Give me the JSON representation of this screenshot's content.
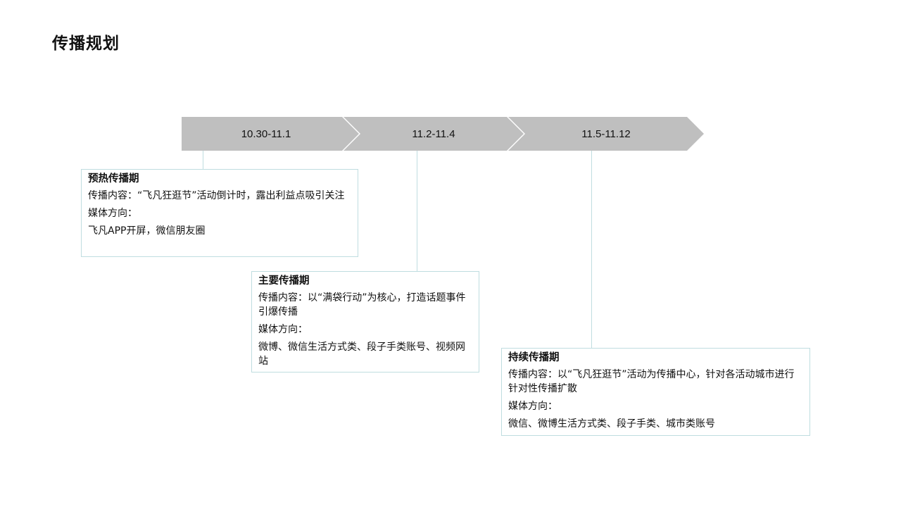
{
  "page": {
    "title": "传播规划"
  },
  "timeline": {
    "phases": [
      {
        "date_range": "10.30-11.1",
        "card": {
          "title": "预热传播期",
          "content": "传播内容：“飞凡狂逛节”活动倒计时，露出利益点吸引关注",
          "media_label": "媒体方向：",
          "media": "飞凡APP开屏，微信朋友圈"
        }
      },
      {
        "date_range": "11.2-11.4",
        "card": {
          "title": "主要传播期",
          "content": "传播内容：以“满袋行动”为核心，打造话题事件引爆传播",
          "media_label": "媒体方向：",
          "media": "微博、微信生活方式类、段子手类账号、视频网站"
        }
      },
      {
        "date_range": "11.5-11.12",
        "card": {
          "title": "持续传播期",
          "content": "传播内容：以“飞凡狂逛节”活动为传播中心，针对各活动城市进行针对性传播扩散",
          "media_label": "媒体方向：",
          "media": "微信、微博生活方式类、段子手类、城市类账号"
        }
      }
    ]
  },
  "colors": {
    "arrow_fill": "#bfbfbf",
    "connector": "#bfdde0",
    "card_border": "#bfdde0",
    "text": "#111111"
  }
}
